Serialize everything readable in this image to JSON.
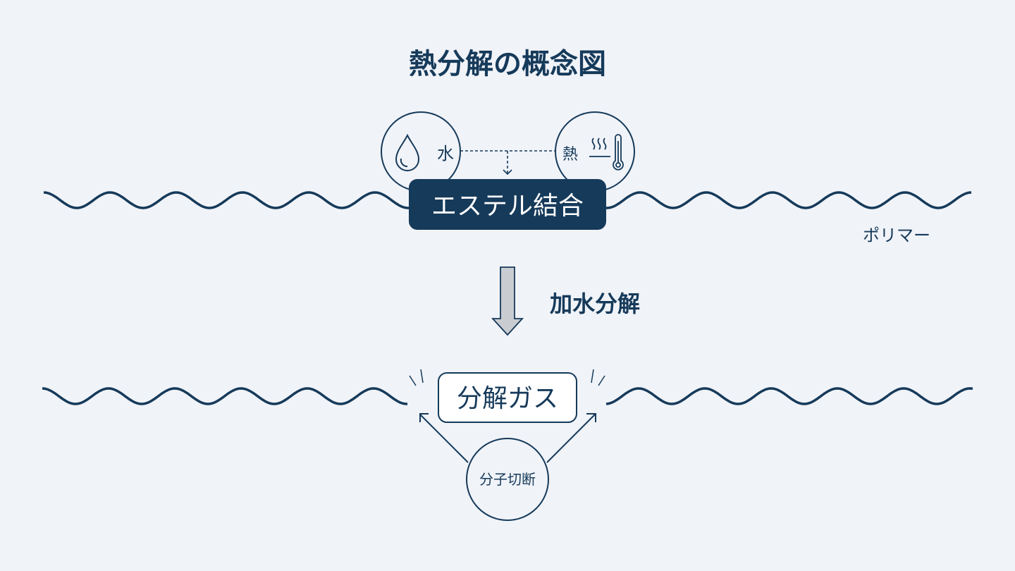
{
  "title": "熱分解の概念図",
  "inputs": {
    "water": "水",
    "heat": "熱"
  },
  "bond_label": "エステル結合",
  "polymer_label": "ポリマー",
  "process_label": "加水分解",
  "gas_label": "分解ガス",
  "cleavage_label": "分子切断",
  "icons": {
    "water": "water-drop-icon",
    "heat": "thermometer-heat-icon"
  },
  "colors": {
    "background": "#f0f3f8",
    "primary": "#163a5a",
    "arrow_fill": "#c9ccd0"
  }
}
